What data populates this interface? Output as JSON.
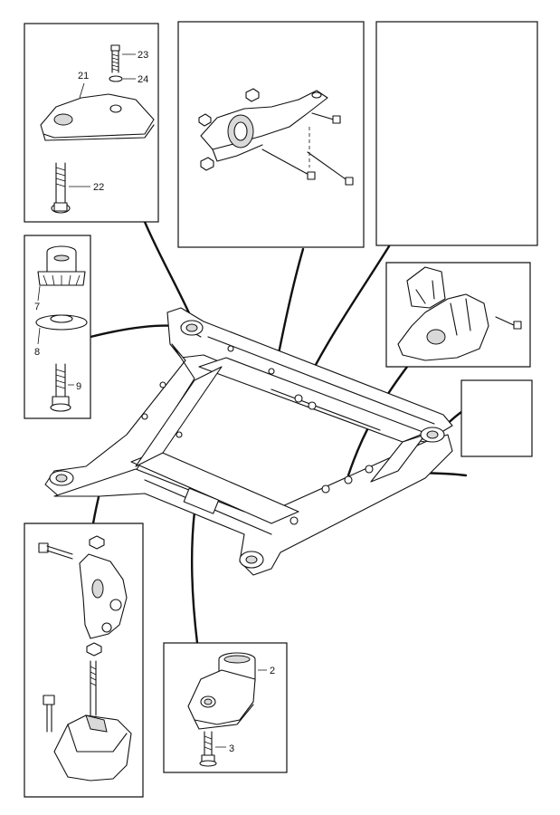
{
  "callouts": {
    "c21": "21",
    "c22": "22",
    "c23": "23",
    "c24": "24",
    "c7": "7",
    "c8": "8",
    "c9": "9",
    "c2": "2",
    "c3": "3"
  },
  "icons": {
    "subframe": "front-subframe-crossmember",
    "torque_rod": "torque-rod-bracket",
    "engine_mount": "engine-mount",
    "transmission_mount": "transmission-mount",
    "bushing": "subframe-bushing",
    "rear_mount": "rear-engine-mount"
  }
}
